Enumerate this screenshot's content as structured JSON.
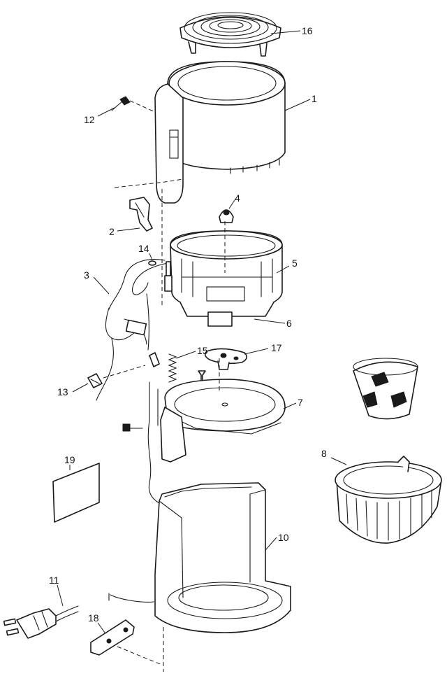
{
  "callouts": {
    "c1": "1",
    "c2": "2",
    "c3": "3",
    "c4": "4",
    "c5": "5",
    "c6": "6",
    "c7": "7",
    "c8": "8",
    "c10": "10",
    "c11": "11",
    "c12": "12",
    "c13": "13",
    "c14": "14",
    "c15": "15",
    "c16": "16",
    "c17": "17",
    "c18": "18",
    "c19": "19"
  }
}
